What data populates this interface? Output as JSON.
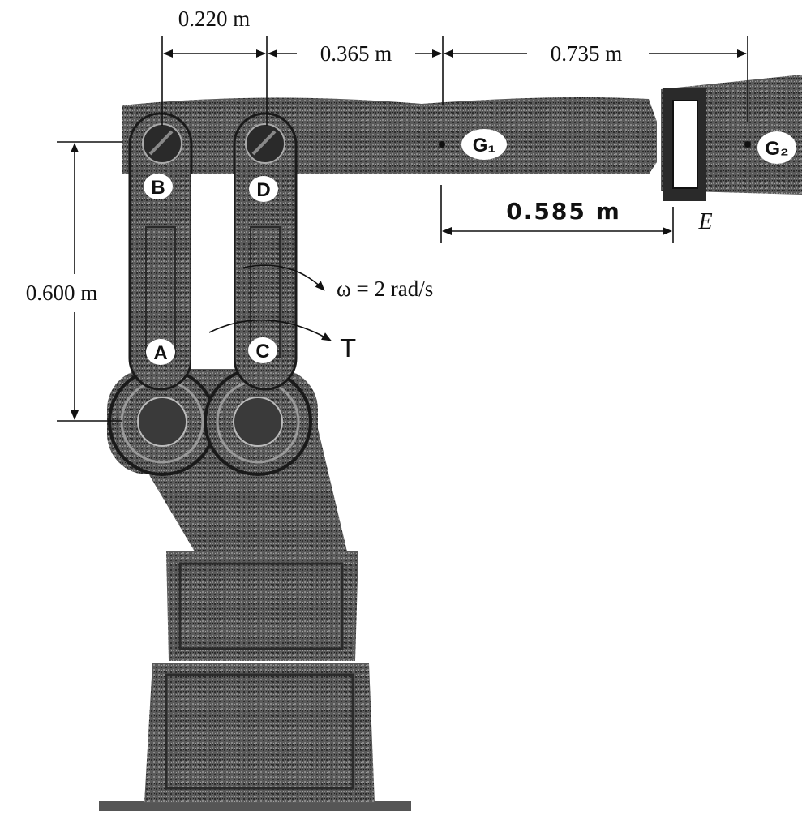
{
  "dimensions": {
    "bd_spacing": "0.220 m",
    "d_to_g1": "0.365 m",
    "g1_to_g2": "0.735 m",
    "vertical_link": "0.600 m",
    "g1_to_e": "0.585 m"
  },
  "points": {
    "A": "A",
    "B": "B",
    "C": "C",
    "D": "D",
    "E": "E",
    "G1": "G₁",
    "G2": "G₂"
  },
  "motion": {
    "omega": "ω  = 2 rad/s",
    "torque": "T"
  },
  "colors": {
    "metal_dark": "#3a3a3a",
    "metal_mid": "#6e6e6e",
    "ink": "#111111"
  }
}
